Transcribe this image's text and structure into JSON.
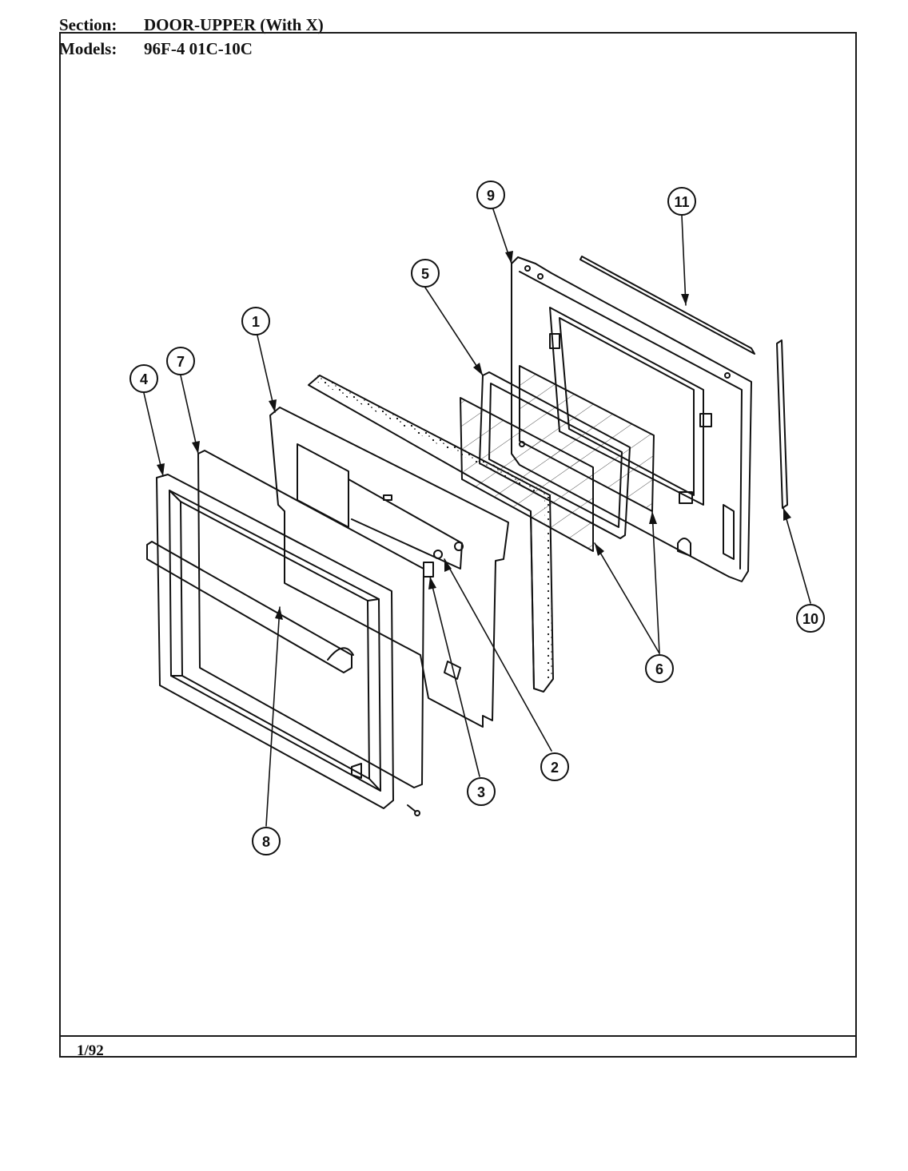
{
  "header": {
    "section_label": "Section:",
    "section_value": "DOOR-UPPER (With X)",
    "models_label": "Models:",
    "models_value": "96F-4  01C-10C"
  },
  "footer": {
    "date": "1/92"
  },
  "callouts": {
    "c1": "1",
    "c2": "2",
    "c3": "3",
    "c4": "4",
    "c5": "5",
    "c6": "6",
    "c7": "7",
    "c8": "8",
    "c9": "9",
    "c10": "10",
    "c11": "11"
  },
  "colors": {
    "ink": "#111111",
    "paper": "#ffffff"
  }
}
